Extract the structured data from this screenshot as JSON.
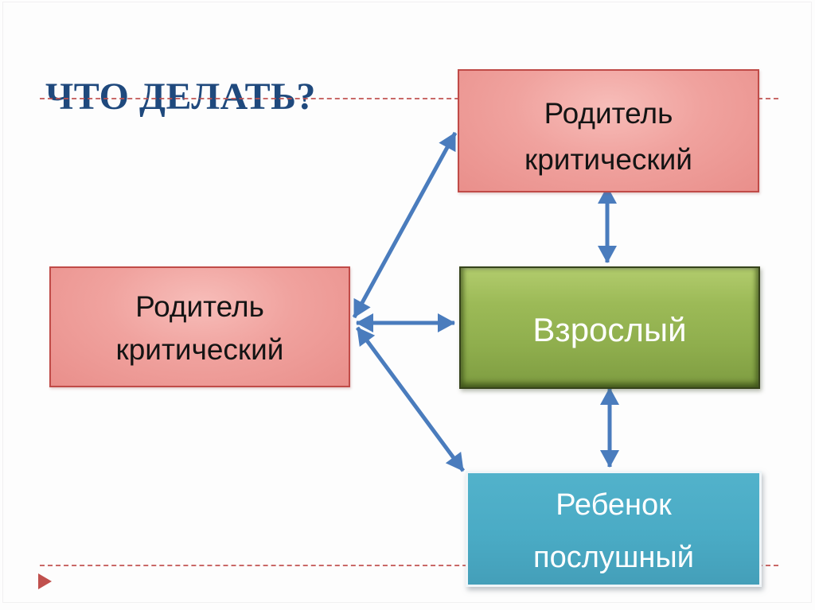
{
  "slide": {
    "title": "ЧТО ДЕЛАТЬ?",
    "boxes": [
      {
        "id": "parent-critical-top",
        "lines": [
          "Родитель",
          "критический"
        ],
        "color_name": "pink"
      },
      {
        "id": "parent-critical-left",
        "lines": [
          "Родитель",
          "критический"
        ],
        "color_name": "pink"
      },
      {
        "id": "adult",
        "lines": [
          "Взрослый"
        ],
        "color_name": "green"
      },
      {
        "id": "child-obedient",
        "lines": [
          "Ребенок",
          "послушный"
        ],
        "color_name": "blue"
      }
    ],
    "connectors": [
      {
        "from": "parent-critical-left",
        "to": "parent-critical-top",
        "bidirectional": true
      },
      {
        "from": "parent-critical-left",
        "to": "adult",
        "bidirectional": true
      },
      {
        "from": "parent-critical-left",
        "to": "child-obedient",
        "bidirectional": true
      },
      {
        "from": "parent-critical-top",
        "to": "adult",
        "bidirectional": true
      },
      {
        "from": "adult",
        "to": "child-obedient",
        "bidirectional": true
      }
    ],
    "colors": {
      "title_navy": "#1f497d",
      "dash_red": "#c0504d",
      "pink_fill": "#f0a29e",
      "pink_border": "#c04b48",
      "green_fill": "#8fae4d",
      "green_border": "#36431b",
      "blue_fill": "#4aabc5",
      "arrow_blue": "#4a7cbd",
      "triangle_red": "#c0504d"
    }
  }
}
